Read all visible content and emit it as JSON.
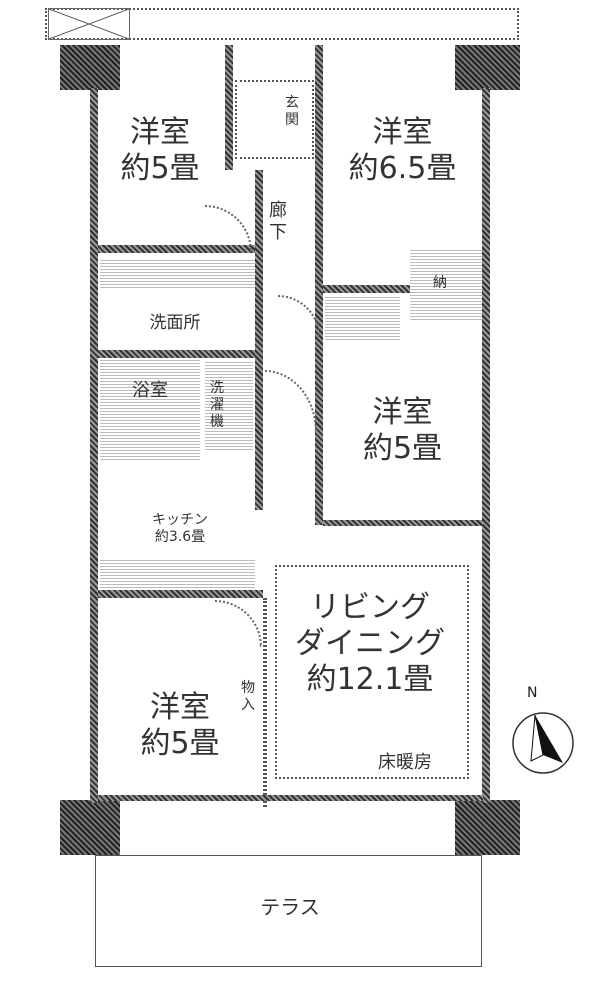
{
  "rooms": {
    "western_nw": {
      "name": "洋室",
      "size": "約5畳"
    },
    "western_ne": {
      "name": "洋室",
      "size": "約6.5畳"
    },
    "western_e": {
      "name": "洋室",
      "size": "約5畳"
    },
    "western_sw": {
      "name": "洋室",
      "size": "約5畳"
    },
    "ldk": {
      "name1": "リビング",
      "name2": "ダイニング",
      "size": "約12.1畳",
      "note": "床暖房"
    },
    "kitchen": {
      "name": "キッチン",
      "size": "約3.6畳"
    },
    "hall": "廊下",
    "entrance": "玄関",
    "washroom": "洗面所",
    "bath": "浴室",
    "laundry": "洗濯機",
    "storage": "納",
    "closet": "物入",
    "terrace": "テラス"
  },
  "compass": {
    "label": "N"
  }
}
